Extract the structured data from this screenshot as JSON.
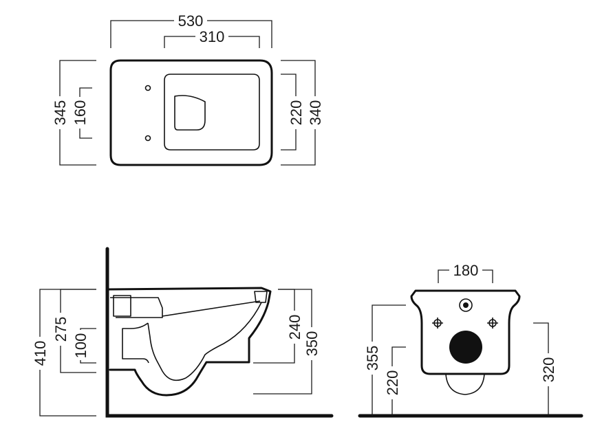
{
  "top_view": {
    "overall_width": "530",
    "bowl_width": "310",
    "overall_depth": "345",
    "fixing_spacing": "160",
    "bowl_depth": "220",
    "body_depth": "340"
  },
  "side_view": {
    "height_total": "410",
    "height_outlet": "275",
    "height_outlet_low": "100",
    "height_240": "240",
    "height_350": "350"
  },
  "front_view": {
    "fixing_width": "180",
    "rim_height": "355",
    "fixing_height": "220",
    "body_height": "320"
  }
}
